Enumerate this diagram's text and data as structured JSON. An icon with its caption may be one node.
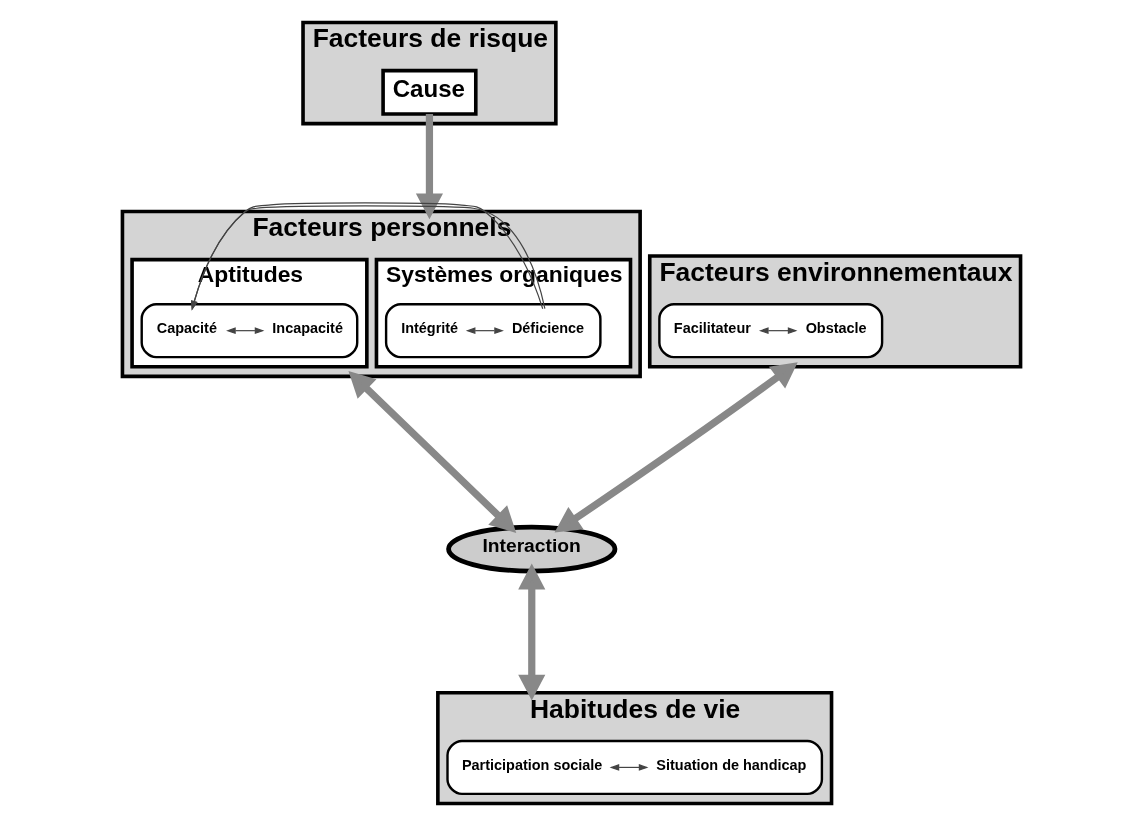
{
  "diagram": {
    "nodes": [
      {
        "text": [
          "Facteurs de risque"
        ]
      },
      {
        "text": [
          "Cause"
        ],
        "in": 0
      },
      {
        "text": [
          "Facteurs personnels"
        ]
      },
      {
        "text": [
          "Systèmes organiques"
        ],
        "in": 2
      },
      {
        "text": [],
        "shape": "box",
        "in": 3
      },
      {
        "text": [
          "Intégrité"
        ],
        "in": 4
      },
      {
        "text": [
          "Déficience"
        ],
        "in": 4
      },
      {
        "text": [
          "Aptitudes"
        ],
        "in": 2
      },
      {
        "text": [],
        "shape": "box",
        "in": 7
      },
      {
        "text": [
          "Capacité"
        ],
        "in": 8
      },
      {
        "text": [
          "Incapacité"
        ],
        "in": 8
      },
      {
        "text": [
          "Facteurs environnementaux"
        ]
      },
      {
        "text": [],
        "shape": "box",
        "in": 11
      },
      {
        "text": [
          "Facilitateur"
        ],
        "in": 12
      },
      {
        "text": [
          "Obstacle"
        ],
        "in": 12
      },
      {
        "text": [
          "Interaction"
        ]
      },
      {
        "text": [
          "Habitudes de vie"
        ]
      },
      {
        "text": [],
        "shape": "box",
        "in": 16
      },
      {
        "text": [
          "Participation sociale"
        ],
        "in": 17
      },
      {
        "text": [
          "Situation de handicap"
        ],
        "in": 17
      }
    ],
    "edges": [
      {
        "from": 1,
        "to": 2,
        "arrow": "to",
        "style": "thick"
      },
      {
        "from": 3,
        "to": 7,
        "arrow": "to"
      },
      {
        "from": 5,
        "to": 6,
        "arrow": "both"
      },
      {
        "from": 9,
        "to": 10,
        "arrow": "both"
      },
      {
        "from": 13,
        "to": 14,
        "arrow": "both"
      },
      {
        "from": 18,
        "to": 19,
        "arrow": "both"
      },
      {
        "from": 2,
        "to": 15,
        "arrow": "both",
        "style": "thick"
      },
      {
        "from": 11,
        "to": 15,
        "arrow": "both",
        "style": "thick"
      },
      {
        "from": 15,
        "to": 16,
        "arrow": "both",
        "style": "thick"
      }
    ]
  }
}
